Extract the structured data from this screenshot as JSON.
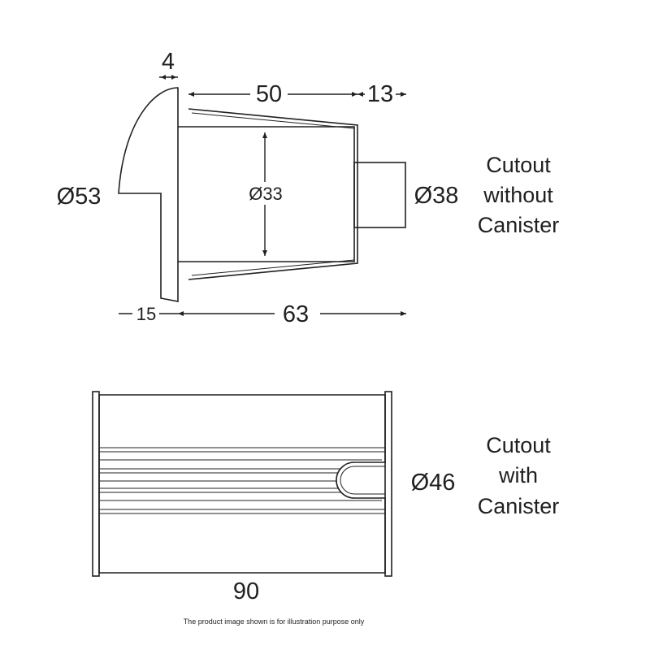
{
  "top_view": {
    "dimensions": {
      "lip_thickness": "4",
      "body_length": "50",
      "connector_length": "13",
      "face_diameter": "Ø53",
      "body_diameter": "Ø33",
      "cutout_diameter": "Ø38",
      "face_depth": "15",
      "overall_length": "63"
    },
    "label": [
      "Cutout",
      "without",
      "Canister"
    ]
  },
  "bottom_view": {
    "dimensions": {
      "canister_diameter": "Ø46",
      "canister_length": "90"
    },
    "label": [
      "Cutout",
      "with",
      "Canister"
    ]
  },
  "disclaimer": "The product image shown is for illustration purpose only"
}
